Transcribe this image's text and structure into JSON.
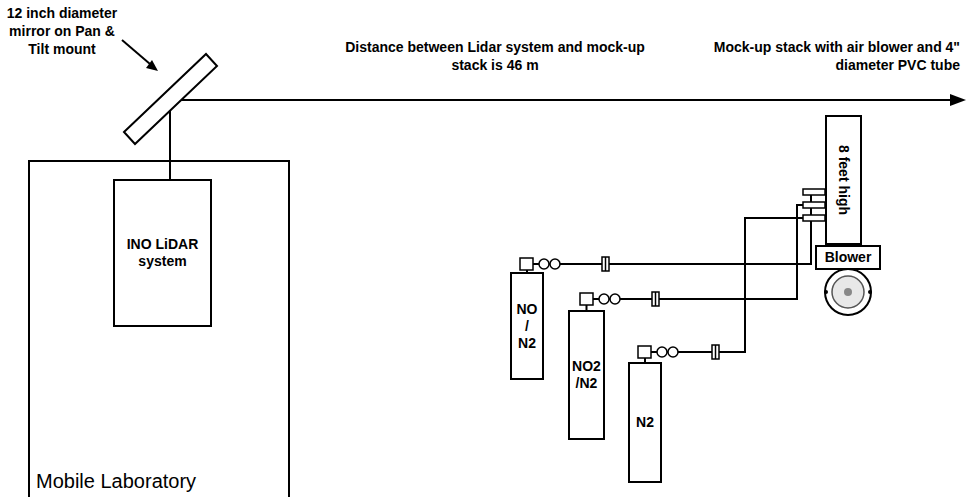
{
  "diagram": {
    "nodes": [
      {
        "text": [
          "Mobile Laboratory"
        ]
      },
      {
        "text": [
          "INO LiDAR system"
        ],
        "in": 0
      },
      {
        "text": [
          "8 feet high"
        ]
      },
      {
        "text": [
          "Blower"
        ]
      },
      {
        "text": [
          "NO / N2"
        ]
      },
      {
        "text": [
          "NO2 /N2"
        ]
      },
      {
        "text": [
          "N2"
        ]
      }
    ],
    "edges": [
      {
        "from": 4,
        "to": 2,
        "arrow": "none"
      },
      {
        "from": 5,
        "to": 2,
        "arrow": "none"
      },
      {
        "from": 6,
        "to": 2,
        "arrow": "none"
      }
    ],
    "labels": [
      "12 inch diameter mirror on Pan & Tilt mount",
      "Distance between Lidar system and mock-up stack is 46 m",
      "Mock-up stack with air blower and 4\" diameter PVC tube"
    ]
  }
}
